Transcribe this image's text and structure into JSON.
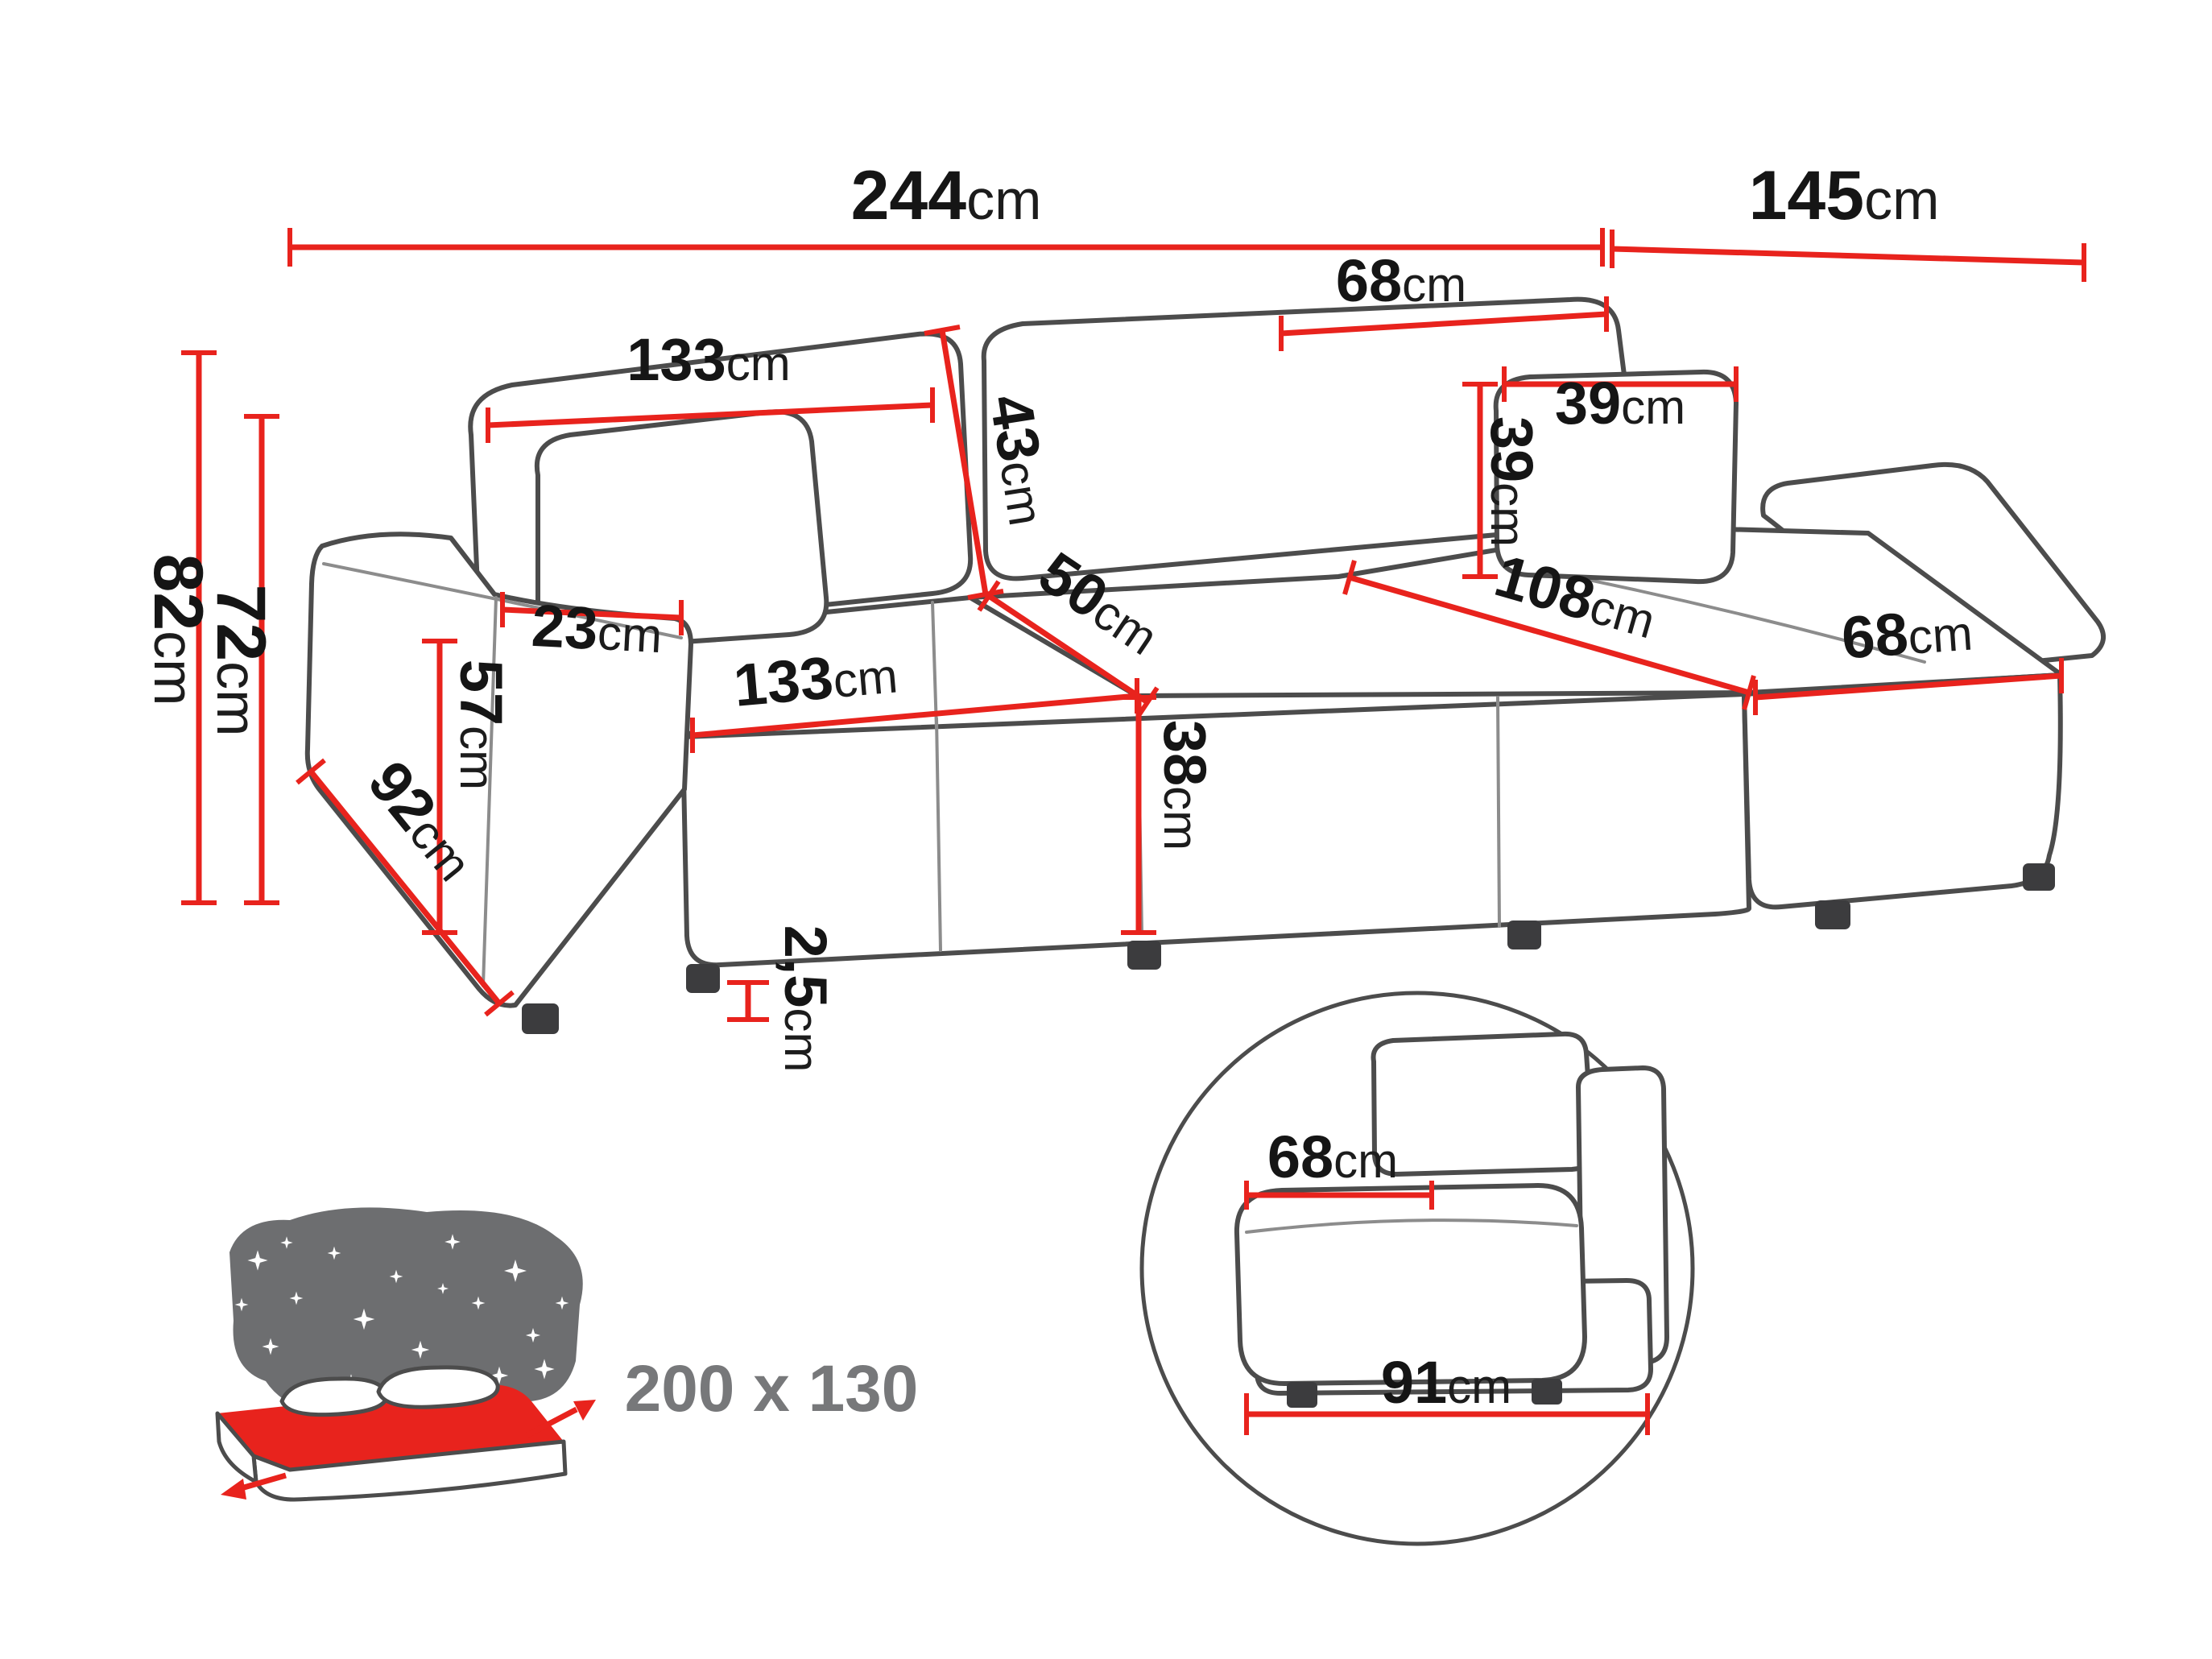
{
  "diagram": {
    "title": "Corner sofa dimensions diagram",
    "dimensions": {
      "total_width": {
        "value": "244",
        "unit": "cm"
      },
      "total_depth": {
        "value": "145",
        "unit": "cm"
      },
      "back_right_width": {
        "value": "68",
        "unit": "cm"
      },
      "backrest_left_width": {
        "value": "133",
        "unit": "cm"
      },
      "backrest_height": {
        "value": "43",
        "unit": "cm"
      },
      "seat_to_back_depth": {
        "value": "50",
        "unit": "cm"
      },
      "cushion_width": {
        "value": "39",
        "unit": "cm"
      },
      "cushion_height": {
        "value": "39",
        "unit": "cm"
      },
      "chaise_length": {
        "value": "108",
        "unit": "cm"
      },
      "chaise_front_width": {
        "value": "68",
        "unit": "cm"
      },
      "armrest_top_depth": {
        "value": "23",
        "unit": "cm"
      },
      "overall_height": {
        "value": "82",
        "unit": "cm"
      },
      "backrest_total_height": {
        "value": "72",
        "unit": "cm"
      },
      "armrest_height": {
        "value": "57",
        "unit": "cm"
      },
      "seat_depth": {
        "value": "92",
        "unit": "cm"
      },
      "seat_front_width": {
        "value": "133",
        "unit": "cm"
      },
      "seat_height": {
        "value": "38",
        "unit": "cm"
      },
      "leg_height": {
        "value": "2,5",
        "unit": "cm"
      }
    },
    "sleeping_function": {
      "bed_size": "200 x 130"
    },
    "detail_view": {
      "armrest_width": {
        "value": "68",
        "unit": "cm"
      },
      "armrest_depth": {
        "value": "91",
        "unit": "cm"
      }
    },
    "colors": {
      "dimension_red": "#e8231d",
      "outline_gray": "#4c4c4c",
      "label_dark": "#151515",
      "label_gray": "#77787a",
      "blanket_gray": "#6d6e70"
    }
  }
}
